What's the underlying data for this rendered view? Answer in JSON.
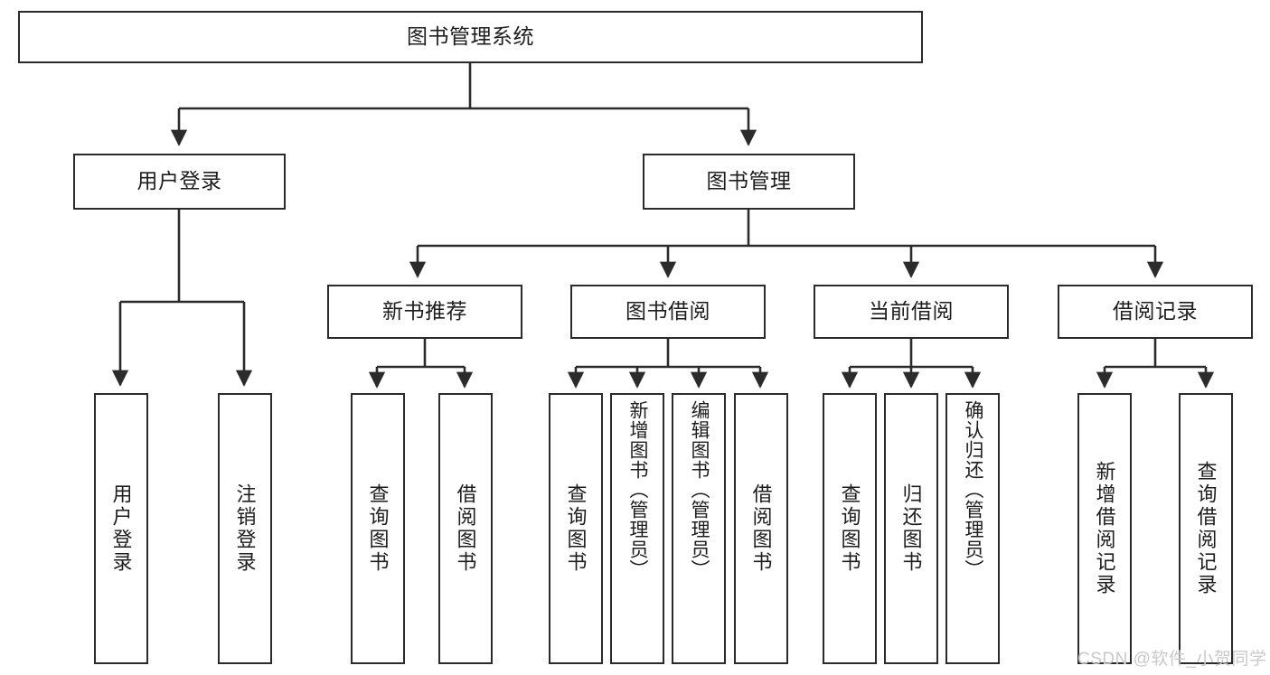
{
  "diagram": {
    "title": "图书管理系统",
    "watermark": "CSDN @软件_小贺同学",
    "colors": {
      "stroke": "#2b2b2b",
      "fill": "#ffffff",
      "text": "#1d1d1d",
      "watermark": "#c9c9c9"
    },
    "root": {
      "label": "图书管理系统"
    },
    "level2": [
      {
        "label": "用户登录"
      },
      {
        "label": "图书管理"
      }
    ],
    "level3": [
      {
        "label": "新书推荐"
      },
      {
        "label": "图书借阅"
      },
      {
        "label": "当前借阅"
      },
      {
        "label": "借阅记录"
      }
    ],
    "leaves": {
      "user_login": [
        {
          "label": "用户登录"
        },
        {
          "label": "注销登录"
        }
      ],
      "new_book_recommend": [
        {
          "label": "查询图书"
        },
        {
          "label": "借阅图书"
        }
      ],
      "book_borrow": [
        {
          "label": "查询图书"
        },
        {
          "label": "新增图书（管理员）"
        },
        {
          "label": "编辑图书（管理员）"
        },
        {
          "label": "借阅图书"
        }
      ],
      "current_borrow": [
        {
          "label": "查询图书"
        },
        {
          "label": "归还图书"
        },
        {
          "label": "确认归还（管理员）"
        }
      ],
      "borrow_record": [
        {
          "label": "新增借阅记录"
        },
        {
          "label": "查询借阅记录"
        }
      ]
    }
  }
}
